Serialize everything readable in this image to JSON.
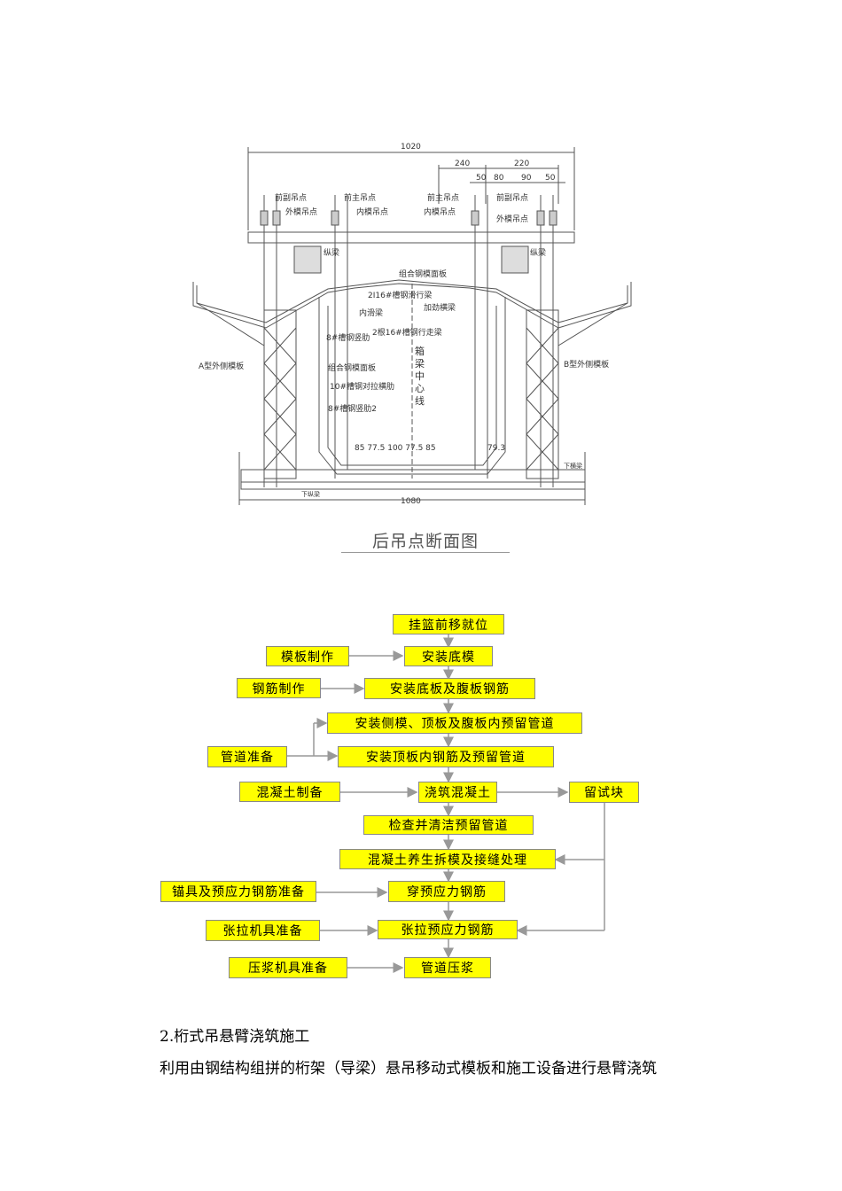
{
  "figure": {
    "dims": {
      "top_total": "1020",
      "d240": "240",
      "d220": "220",
      "d50a": "50",
      "d80": "80",
      "d90": "90",
      "d50b": "50",
      "bottom_total": "1080",
      "bottom_row": "85  77.5  100  77.5  85",
      "d79": "79.3"
    },
    "labels": {
      "front_sub_hang_l": "前副吊点",
      "front_main_hang_l": "前主吊点",
      "outer_hang_l": "外模吊点",
      "inner_hang_l": "内模吊点",
      "front_main_hang_r": "前主吊点",
      "front_sub_hang_r": "前副吊点",
      "inner_hang_r": "内模吊点",
      "outer_hang_r": "外模吊点",
      "longbeam_l": "纵梁",
      "longbeam_r": "纵梁",
      "top_form": "组合钢模面板",
      "walk_beam": "2I16#槽钢滑行梁",
      "slide_beam": "内滑梁",
      "stiff_rib": "加劲横梁",
      "double_beam": "2根16#槽钢行走梁",
      "side_rib": "8#槽钢竖肋",
      "form_a": "A型外侧模板",
      "form_b": "B型外侧模板",
      "combo_side": "组合钢模面板",
      "tie_rod": "10#槽钢对拉横肋",
      "side_rib2": "8#槽钢竖肋2",
      "center_line": "箱梁中心线",
      "bottom_beam_r": "下横梁",
      "bottom_beam_l": "下纵梁"
    },
    "caption": "后吊点断面图"
  },
  "flowchart": {
    "nodes": {
      "n1": "挂篮前移就位",
      "n2": "安装底模",
      "n3": "安装底板及腹板钢筋",
      "n4": "安装侧模、顶板及腹板内预留管道",
      "n5": "安装顶板内钢筋及预留管道",
      "n6": "浇筑混凝土",
      "n7": "检查并清洁预留管道",
      "n8": "混凝土养生拆模及接缝处理",
      "n9": "穿预应力钢筋",
      "n10": "张拉预应力钢筋",
      "n11": "管道压浆",
      "s1": "模板制作",
      "s2": "钢筋制作",
      "s3": "管道准备",
      "s4": "混凝土制备",
      "s5": "锚具及预应力钢筋准备",
      "s6": "张拉机具准备",
      "s7": "压浆机具准备",
      "r1": "留试块"
    }
  },
  "text": {
    "heading": "2.桁式吊悬臂浇筑施工",
    "para": "利用由钢结构组拼的桁架（导梁）悬吊移动式模板和施工设备进行悬臂浇筑"
  },
  "colors": {
    "box_fill": "#ffff00",
    "arrow": "#999999"
  }
}
